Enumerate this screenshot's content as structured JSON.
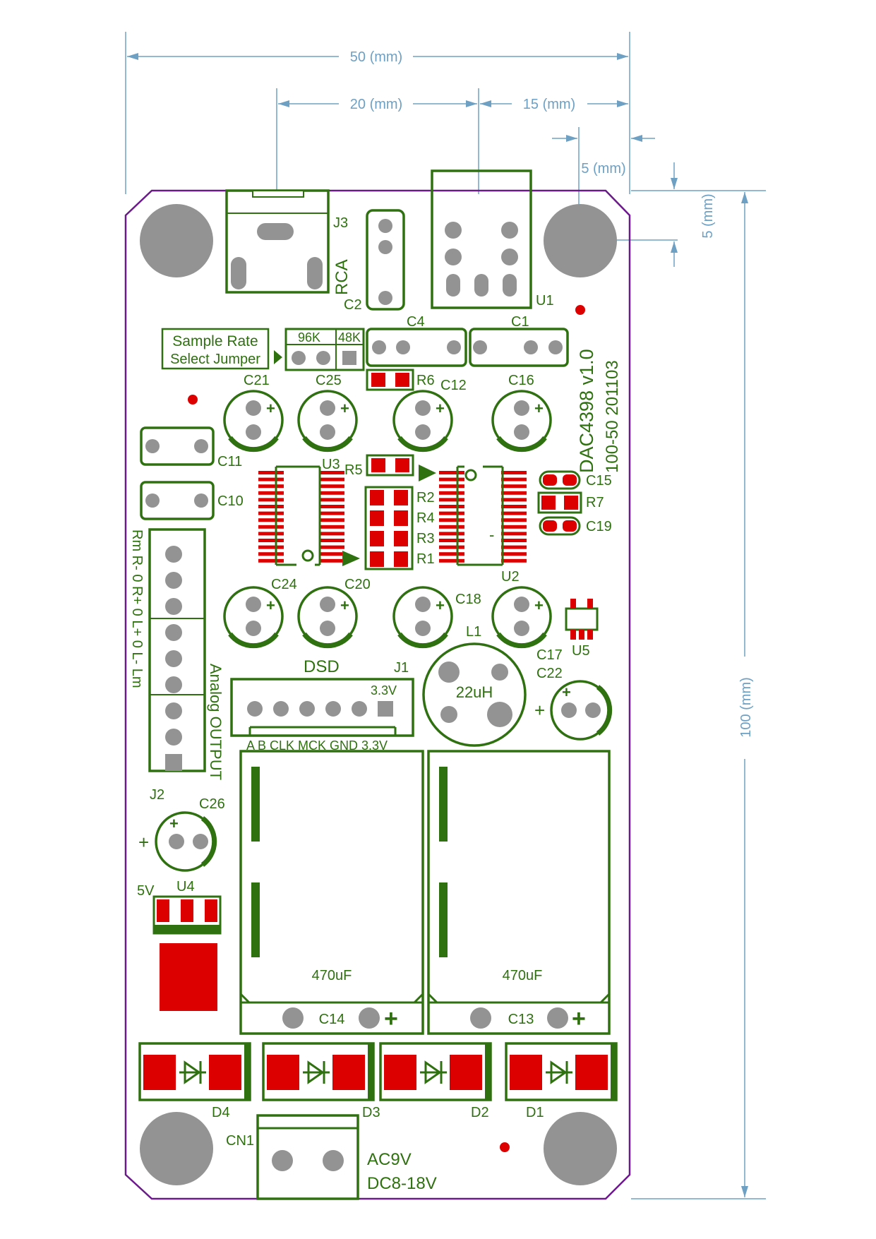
{
  "dimensions": {
    "width_total": "50 (mm)",
    "width_a": "20 (mm)",
    "width_b": "15 (mm)",
    "hole_offset_x": "5 (mm)",
    "hole_offset_y": "5 (mm)",
    "height_total": "100 (mm)"
  },
  "board": {
    "name": "DAC4398 v1.0",
    "code": "100-50 201103",
    "jumper_caption_1": "Sample Rate",
    "jumper_caption_2": "Select Jumper",
    "jumper_opt_1": "96K",
    "jumper_opt_2": "48K",
    "rca": "RCA",
    "dsd": "DSD",
    "dsd_pins": "A  B  CLK  MCK GND 3.3V",
    "j1_vcc": "3.3V",
    "inductor_value": "22uH",
    "cap_value": "470uF",
    "analog_output": "Analog OUTPUT",
    "output_pins": "Rm   R-   0   R+   0   L+   0   L-   Lm",
    "input_1": "AC9V",
    "input_2": "DC8-18V",
    "v5": "5V",
    "plus": "+",
    "minus": "-"
  },
  "refs": {
    "J3": "J3",
    "C2": "C2",
    "U1": "U1",
    "C4": "C4",
    "C1": "C1",
    "R6": "R6",
    "C21": "C21",
    "C25": "C25",
    "C12": "C12",
    "C16": "C16",
    "C11": "C11",
    "U3": "U3",
    "R5": "R5",
    "C15": "C15",
    "R7": "R7",
    "C19": "C19",
    "C10": "C10",
    "R2": "R2",
    "R4": "R4",
    "R3": "R3",
    "R1": "R1",
    "U2": "U2",
    "C24": "C24",
    "C20": "C20",
    "C18": "C18",
    "L1": "L1",
    "C17": "C17",
    "U5": "U5",
    "C22": "C22",
    "J1": "J1",
    "J2": "J2",
    "C26": "C26",
    "U4": "U4",
    "C14": "C14",
    "C13": "C13",
    "D4": "D4",
    "D3": "D3",
    "D2": "D2",
    "D1": "D1",
    "CN1": "CN1"
  },
  "colors": {
    "silkscreen": "#2f7010",
    "pad": "#dd0000",
    "hole": "#939393",
    "board_outline": "#6b1a8a",
    "dimension": "#6ea0c4"
  }
}
